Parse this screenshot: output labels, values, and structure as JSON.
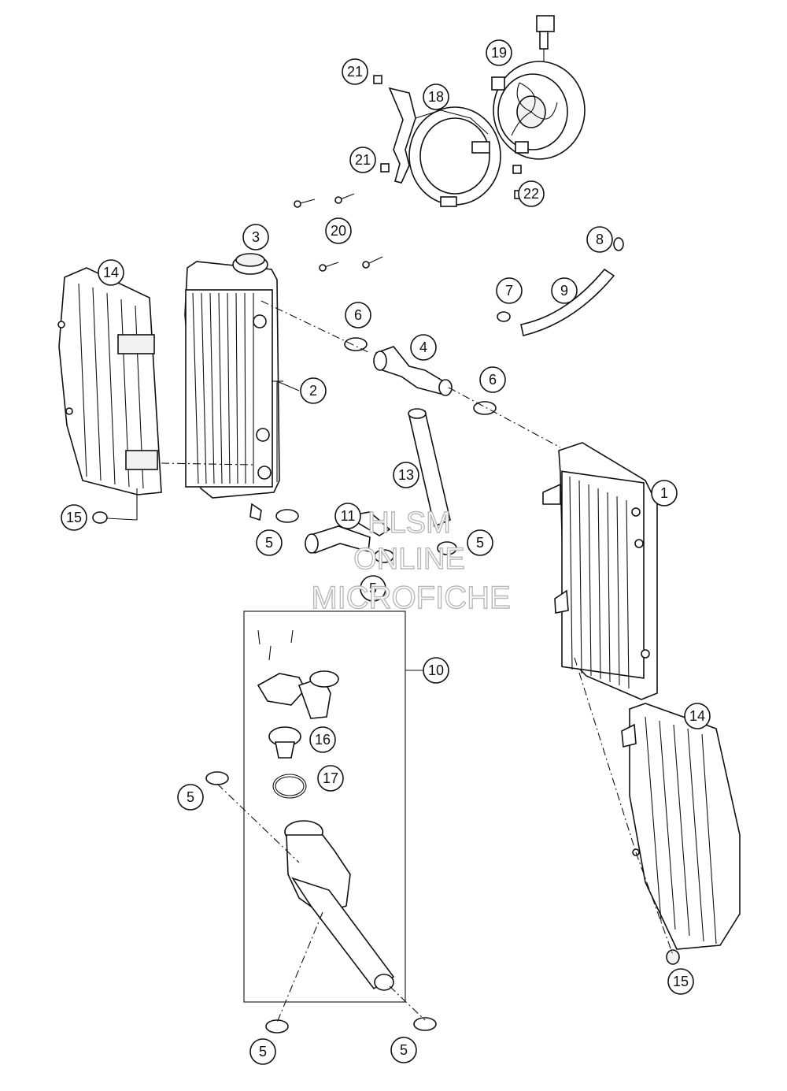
{
  "callouts": {
    "c1": "1",
    "c2": "2",
    "c3": "3",
    "c4": "4",
    "c5a": "5",
    "c5b": "5",
    "c5c": "5",
    "c5d": "5",
    "c5e": "5",
    "c5f": "5",
    "c6a": "6",
    "c6b": "6",
    "c7": "7",
    "c8": "8",
    "c9": "9",
    "c10": "10",
    "c11": "11",
    "c13": "13",
    "c14a": "14",
    "c14b": "14",
    "c15a": "15",
    "c15b": "15",
    "c16": "16",
    "c17": "17",
    "c18": "18",
    "c19": "19",
    "c20": "20",
    "c21a": "21",
    "c21b": "21",
    "c22": "22"
  },
  "watermark": {
    "line1": "HLSM",
    "line2": "ONLINE",
    "line3": "MICROFICHE"
  }
}
